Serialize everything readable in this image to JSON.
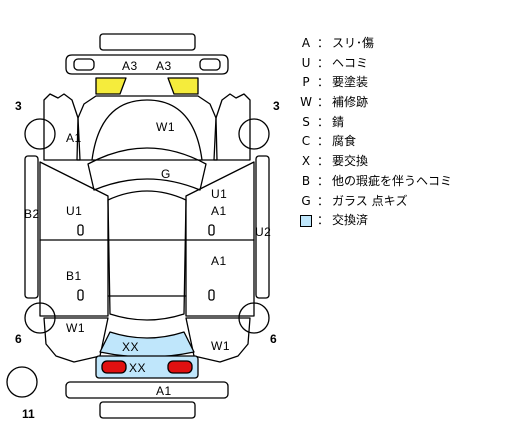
{
  "colors": {
    "outline": "#000000",
    "replaced_fill": "#bfe6fb",
    "scratch_yellow": "#f5ec3c",
    "taillight_red": "#e01010"
  },
  "diagram": {
    "corner_labels": {
      "front_left": "3",
      "front_right": "3",
      "rear_left": "6",
      "rear_right": "6",
      "spare": "11"
    },
    "parts": {
      "front_bumper_left": "A3",
      "front_bumper_right": "A3",
      "front_left_fender": "A1",
      "hood": "W1",
      "roof": "G",
      "left_side_sill": "B2",
      "left_front_door": "U1",
      "left_rear_door": "B1",
      "left_quarter": "W1",
      "right_front_door_top": "U1",
      "right_front_door_bottom": "A1",
      "right_side_sill": "U2",
      "right_rear_door": "A1",
      "right_quarter": "W1",
      "rear_window": "XX",
      "trunk": "XX",
      "rear_bumper": "A1"
    }
  },
  "legend": {
    "separator": "：",
    "items": [
      {
        "key": "A",
        "text": "スリ･傷"
      },
      {
        "key": "U",
        "text": "ヘコミ"
      },
      {
        "key": "P",
        "text": "要塗装"
      },
      {
        "key": "W",
        "text": "補修跡"
      },
      {
        "key": "S",
        "text": "錆"
      },
      {
        "key": "C",
        "text": "腐食"
      },
      {
        "key": "X",
        "text": "要交換"
      },
      {
        "key": "B",
        "text": "他の瑕疵を伴うヘコミ"
      },
      {
        "key": "G",
        "text": "ガラス 点キズ"
      }
    ],
    "swatch_item": {
      "text": "交換済"
    }
  }
}
